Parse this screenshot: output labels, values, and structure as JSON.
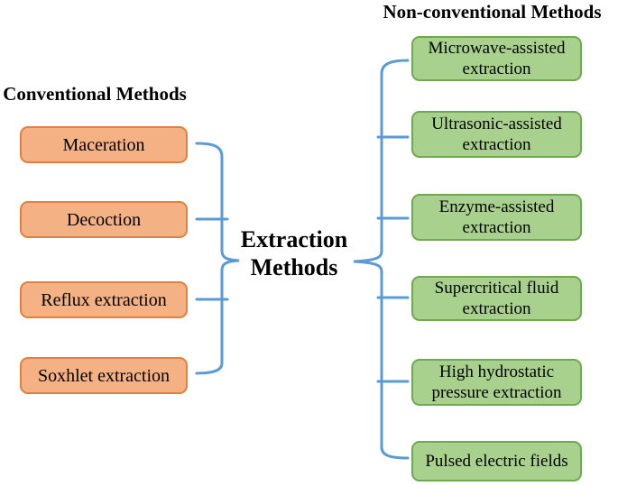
{
  "title": {
    "line1": "Extraction",
    "line2": "Methods"
  },
  "conventional": {
    "header": "Conventional Methods",
    "items": [
      "Maceration",
      "Decoction",
      "Reflux extraction",
      "Soxhlet extraction"
    ]
  },
  "non_conventional": {
    "header": "Non-conventional Methods",
    "items": [
      "Microwave-assisted extraction",
      "Ultrasonic-assisted extraction",
      "Enzyme-assisted extraction",
      "Supercritical fluid extraction",
      "High hydrostatic pressure extraction",
      "Pulsed electric fields"
    ]
  },
  "colors": {
    "conventional_fill": "#F4B183",
    "conventional_border": "#E0813F",
    "non_conventional_fill": "#A9D18E",
    "non_conventional_border": "#6FA853",
    "brace": "#5B9BD5",
    "text": "#000000",
    "background": "#FFFFFF"
  }
}
